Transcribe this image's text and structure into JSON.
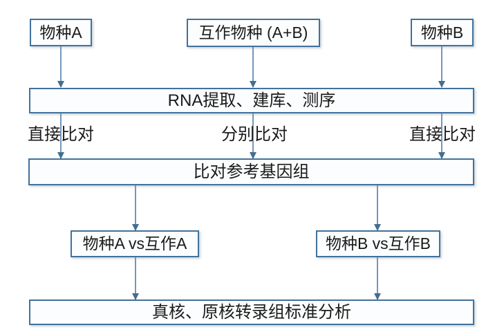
{
  "diagram": {
    "title": "dual RNA-seq interaction transcriptome workflow",
    "top_boxes": {
      "species_a": "物种A",
      "interacting_ab": "互作物种 (A+B)",
      "species_b": "物种B"
    },
    "process_boxes": {
      "rna_step": "RNA提取、建库、测序",
      "align_step": "比对参考基因组",
      "analysis_step": "真核、原核转录组标准分析"
    },
    "edge_labels": {
      "left": "直接比对",
      "center": "分别比对",
      "right": "直接比对"
    },
    "compare_boxes": {
      "compare_a": "物种A vs互作A",
      "compare_b": "物种B vs互作B"
    },
    "colors": {
      "box_border": "#41719C",
      "box_fill": "#FBFDFE",
      "arrow_line": "#7396BC",
      "arrow_head": "#456E8E",
      "text": "#1A1A1A",
      "background": "#FFFFFF"
    }
  }
}
